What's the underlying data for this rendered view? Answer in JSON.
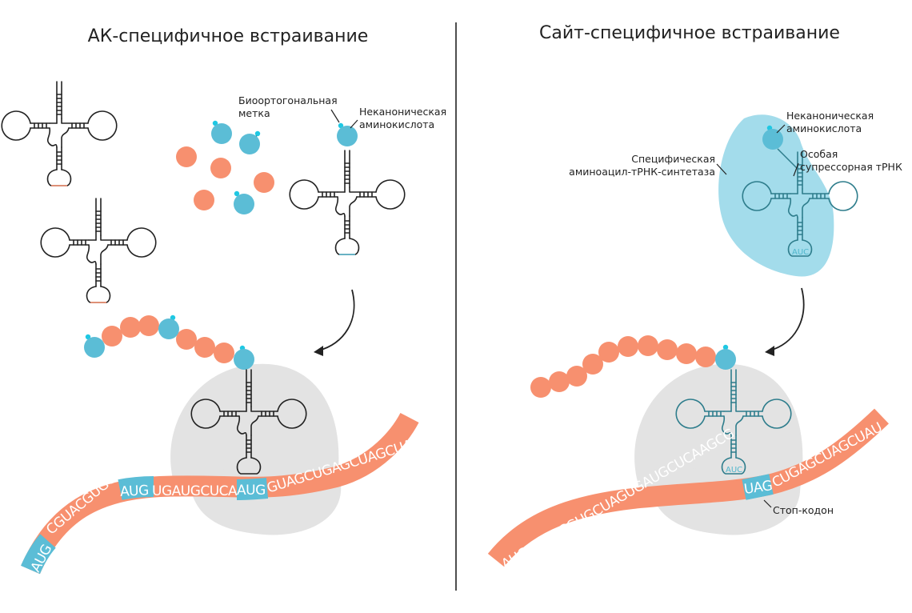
{
  "colors": {
    "orange": "#f7906f",
    "blue": "#5bbdd6",
    "tag": "#1ec8e3",
    "teal": "#2e7d8c",
    "ribosome": "#e3e3e3",
    "synthetase": "#a3dceb",
    "line": "#222222"
  },
  "left": {
    "title": "АК-специфичное встраивание",
    "label_bioorthogonal": [
      "Биоортогональная",
      "метка"
    ],
    "label_noncanonical": [
      "Неканоническая",
      "аминокислота"
    ],
    "mrna": {
      "seq1": "AUG",
      "seq2": "CGUACGUGC",
      "seq3": "AUG",
      "seq4": "UGAUGCUCA",
      "seq5": "AUG",
      "seq6": "GUAGCUGAGCUAGCUAU"
    }
  },
  "right": {
    "title": "Сайт-специфичное встраивание",
    "label_noncanonical": [
      "Неканоническая",
      "аминокислота"
    ],
    "label_synthetase": [
      "Специфическая",
      "аминоацил-тРНК-синтетаза"
    ],
    "label_trna": [
      "Особая",
      "супрессорная тРНК"
    ],
    "anticodon": "AUC",
    "anticodon2": "AUC",
    "label_stop": "Стоп-кодон",
    "mrna": {
      "seq1": "AUGCGUACGUGCUAGUGAUGCUCAAGCG",
      "seq2": "UAG",
      "seq3": "CUGAGCUAGCUAU"
    }
  }
}
